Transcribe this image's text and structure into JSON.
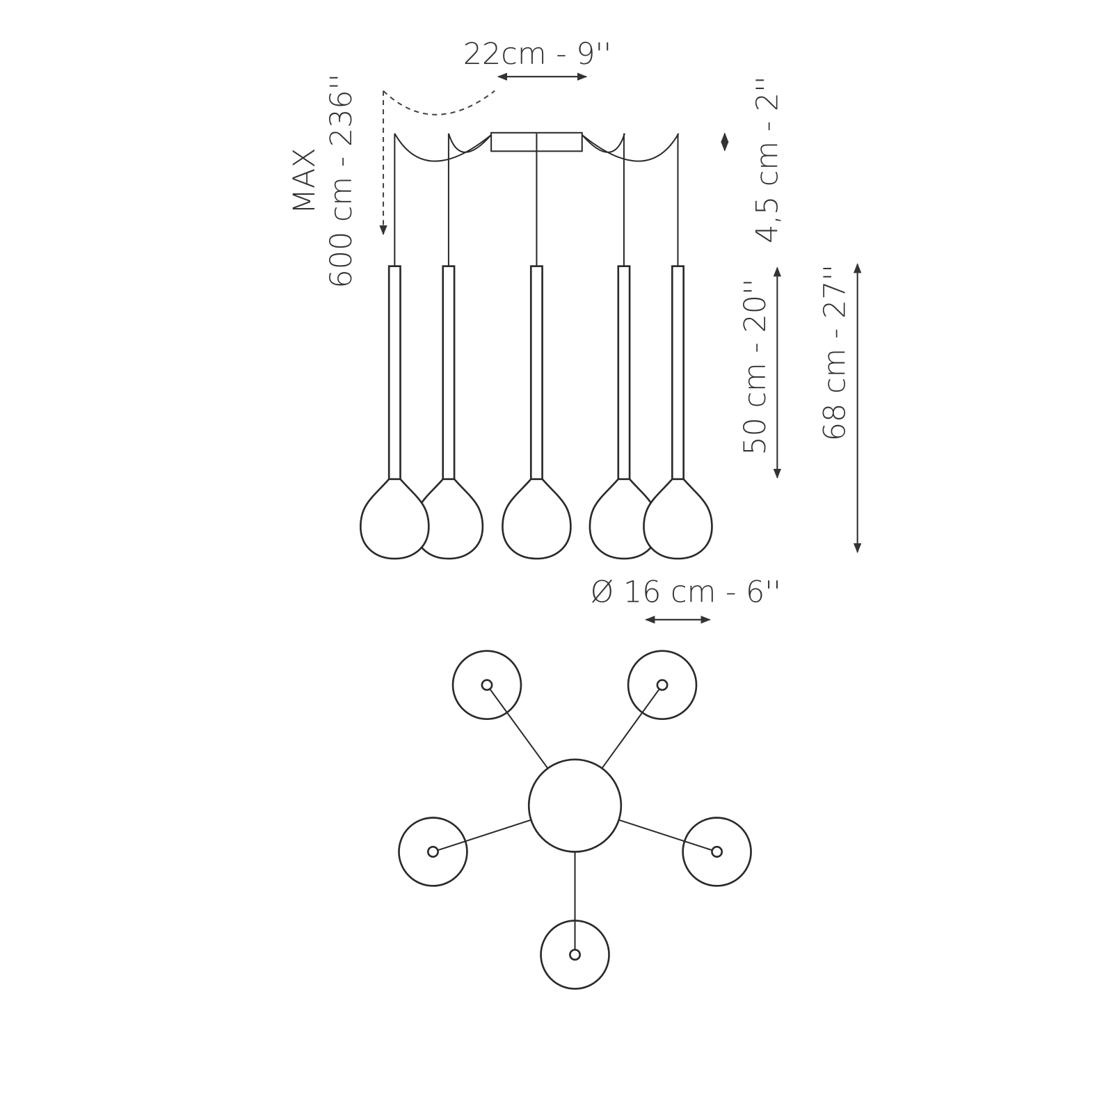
{
  "dimensions": {
    "canopy_width": "22cm - 9''",
    "max_length_prefix": "MAX",
    "max_length": "600 cm - 236''",
    "canopy_height": "4,5 cm - 2''",
    "shade_height": "50 cm - 20''",
    "total_height": "68 cm - 27''",
    "diameter": "Ø 16 cm - 6''"
  },
  "colors": {
    "line": "#2a2a2a",
    "text": "#333333",
    "background": "#ffffff"
  }
}
